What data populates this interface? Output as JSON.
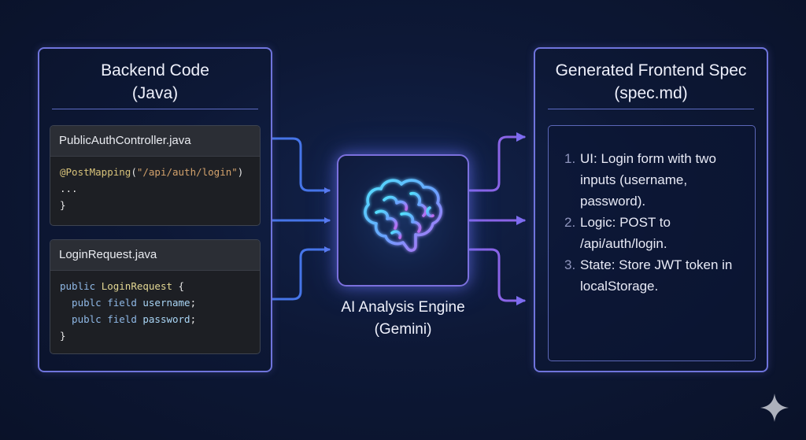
{
  "backend_panel": {
    "title": "Backend Code\n(Java)",
    "cards": [
      {
        "filename": "PublicAuthController.java",
        "lines": [
          [
            {
              "t": "@PostMapping",
              "c": "ann"
            },
            {
              "t": "(",
              "c": "plain"
            },
            {
              "t": "\"/api/auth/login\"",
              "c": "str"
            },
            {
              "t": ")",
              "c": "plain"
            }
          ],
          [
            {
              "t": "...",
              "c": "plain"
            }
          ],
          [
            {
              "t": "}",
              "c": "plain"
            }
          ]
        ]
      },
      {
        "filename": "LoginRequest.java",
        "lines": [
          [
            {
              "t": "public ",
              "c": "kw"
            },
            {
              "t": "LoginRequest",
              "c": "cls"
            },
            {
              "t": " {",
              "c": "plain"
            }
          ],
          [
            {
              "t": "  publc ",
              "c": "kw"
            },
            {
              "t": "field ",
              "c": "kw"
            },
            {
              "t": "username",
              "c": "var"
            },
            {
              "t": ";",
              "c": "plain"
            }
          ],
          [
            {
              "t": "  publc ",
              "c": "kw"
            },
            {
              "t": "field ",
              "c": "kw"
            },
            {
              "t": "password",
              "c": "var"
            },
            {
              "t": ";",
              "c": "plain"
            }
          ],
          [
            {
              "t": "}",
              "c": "plain"
            }
          ]
        ]
      }
    ]
  },
  "engine": {
    "label": "AI Analysis Engine\n(Gemini)",
    "icon": "brain-icon"
  },
  "spec_panel": {
    "title": "Generated Frontend Spec\n(spec.md)",
    "items": [
      {
        "num": "1.",
        "text": "UI: Login form with two inputs (username, password)."
      },
      {
        "num": "2.",
        "text": "Logic: POST to /api/auth/login."
      },
      {
        "num": "3.",
        "text": "State: Store JWT token in localStorage."
      }
    ]
  },
  "colors": {
    "background": "#0b1430",
    "panel_border": "#6f74dc",
    "arrow_blue": "#4d78e8",
    "arrow_violet": "#8a66e6",
    "brain_cyan": "#4fd8ff",
    "brain_purple": "#b36cf0"
  },
  "watermark_icon": "sparkle-icon"
}
